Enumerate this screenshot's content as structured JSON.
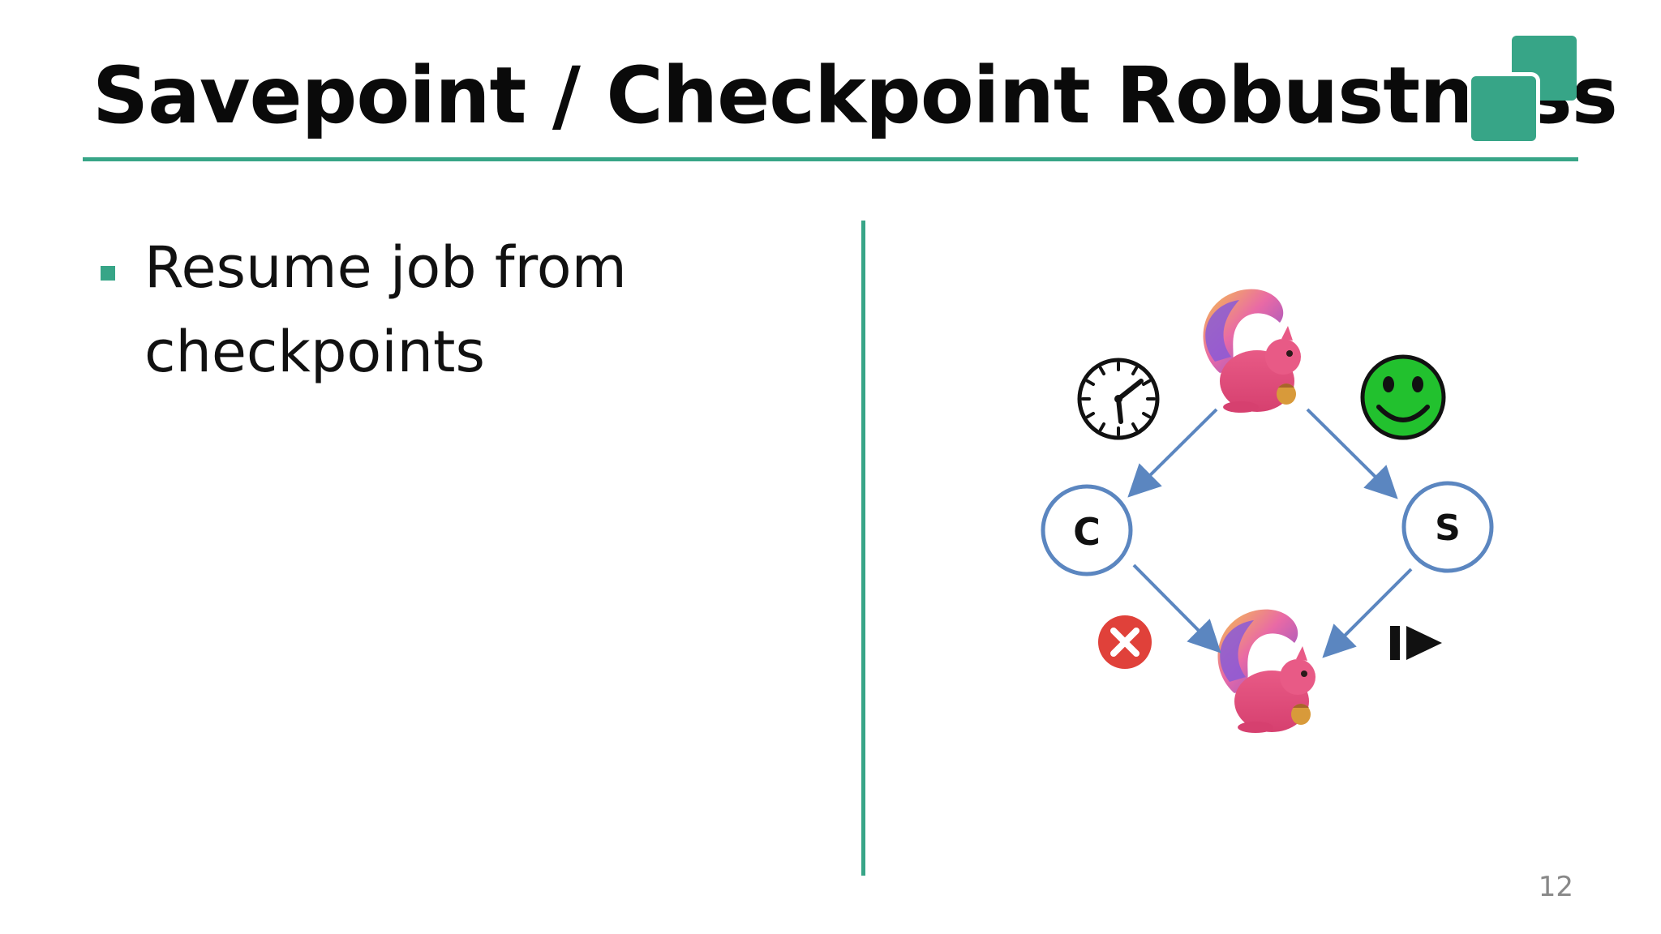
{
  "slide": {
    "title": "Savepoint / Checkpoint Robustness",
    "bullets": [
      "Resume job from checkpoints"
    ],
    "page_number": "12"
  },
  "diagram": {
    "nodes": {
      "checkpoint": "C",
      "savepoint": "S"
    },
    "icons": {
      "top": "flink-squirrel-icon",
      "bottom": "flink-squirrel-icon",
      "clock": "clock-icon",
      "smiley": "smiley-icon",
      "failure": "red-x-icon",
      "resume": "play-resume-icon"
    }
  },
  "colors": {
    "accent": "#37a587",
    "node_stroke": "#5b86c0",
    "arrow": "#5b86c0",
    "smiley": "#22c12e",
    "failure": "#e0413a"
  }
}
